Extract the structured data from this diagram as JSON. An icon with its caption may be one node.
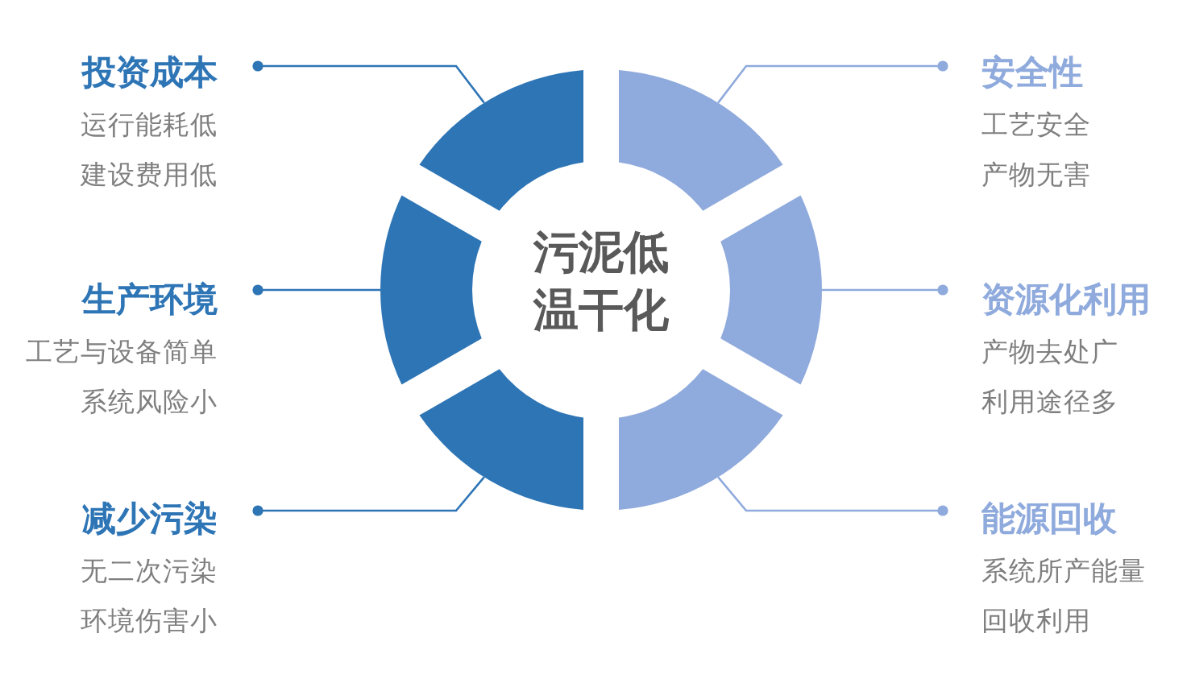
{
  "diagram": {
    "nodes": [
      {
        "text": [
          "投资成本",
          "运行能耗低",
          "建设费用低"
        ]
      },
      {
        "text": [
          "安全性",
          "工艺安全",
          "产物无害"
        ]
      },
      {
        "text": [
          "生产环境",
          "工艺与设备简单",
          "系统风险小"
        ]
      },
      {
        "text": [
          "资源化利用",
          "产物去处广",
          "利用途径多"
        ]
      },
      {
        "text": [
          "减少污染",
          "无二次污染",
          "环境伤害小"
        ]
      },
      {
        "text": [
          "能源回收",
          "系统所产能量",
          "回收利用"
        ]
      },
      {
        "text": [],
        "shape": "arc"
      },
      {
        "text": [],
        "shape": "arc"
      },
      {
        "text": [],
        "shape": "arc"
      },
      {
        "text": [],
        "shape": "arc"
      },
      {
        "text": [],
        "shape": "arc"
      },
      {
        "text": [],
        "shape": "arc"
      }
    ],
    "edges": [
      {
        "from": 0,
        "to": 6,
        "arrow": "other",
        "color": "#2e75b6"
      },
      {
        "from": 1,
        "to": 7,
        "arrow": "other",
        "color": "#8faadc"
      },
      {
        "from": 2,
        "to": 8,
        "arrow": "other",
        "color": "#2e75b6"
      },
      {
        "from": 3,
        "to": 9,
        "arrow": "other",
        "color": "#8faadc"
      },
      {
        "from": 4,
        "to": 10,
        "arrow": "other",
        "color": "#2e75b6"
      },
      {
        "from": 5,
        "to": 11,
        "arrow": "other",
        "color": "#8faadc"
      }
    ],
    "labels": [
      "污泥低温干化"
    ]
  }
}
